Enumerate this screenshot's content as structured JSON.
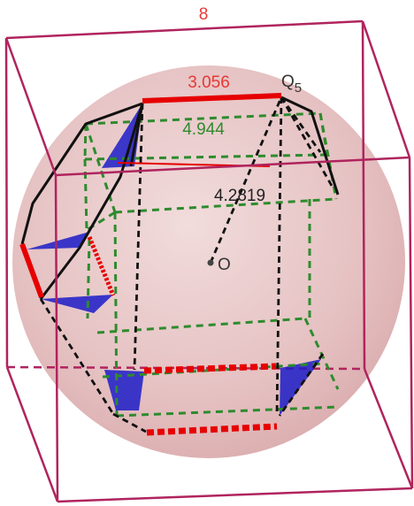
{
  "labels": {
    "cube_edge": "8",
    "red_edge": "3.056",
    "green_edge": "4.944",
    "radius": "4.2819",
    "center": "O",
    "vertex_base": "Q",
    "vertex_sub": "5"
  },
  "colors": {
    "cube": "#b0245e",
    "sphere": "#d9a3a6",
    "red_edge": "#e60000",
    "green_dashed": "#2e8b2e",
    "blue_face": "#1c1cc8",
    "black_edge": "#111111",
    "label_red": "#e53935",
    "label_green": "#2e8b2e",
    "label_dark": "#333333"
  }
}
